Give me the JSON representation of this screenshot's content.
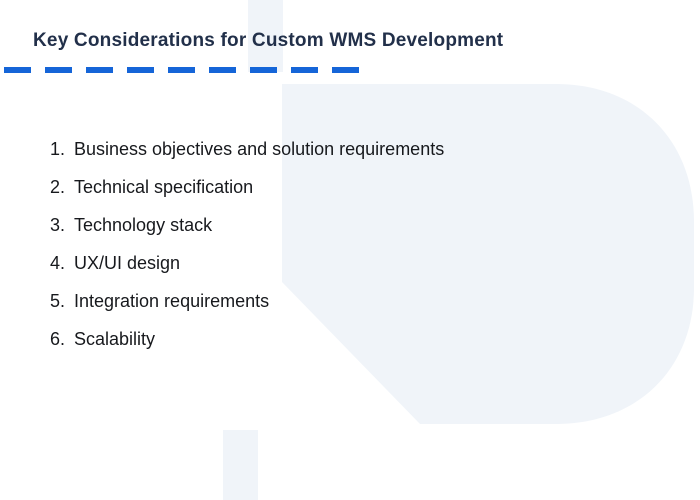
{
  "title": "Key Considerations for Custom WMS Development",
  "list": {
    "items": [
      "Business objectives and solution requirements",
      "Technical specification",
      "Technology stack",
      "UX/UI design",
      "Integration requirements",
      "Scalability"
    ]
  },
  "colors": {
    "title_text": "#22304a",
    "body_text": "#17191d",
    "accent_dashes": "#1565d8",
    "watermark": "#f0f4f9"
  }
}
